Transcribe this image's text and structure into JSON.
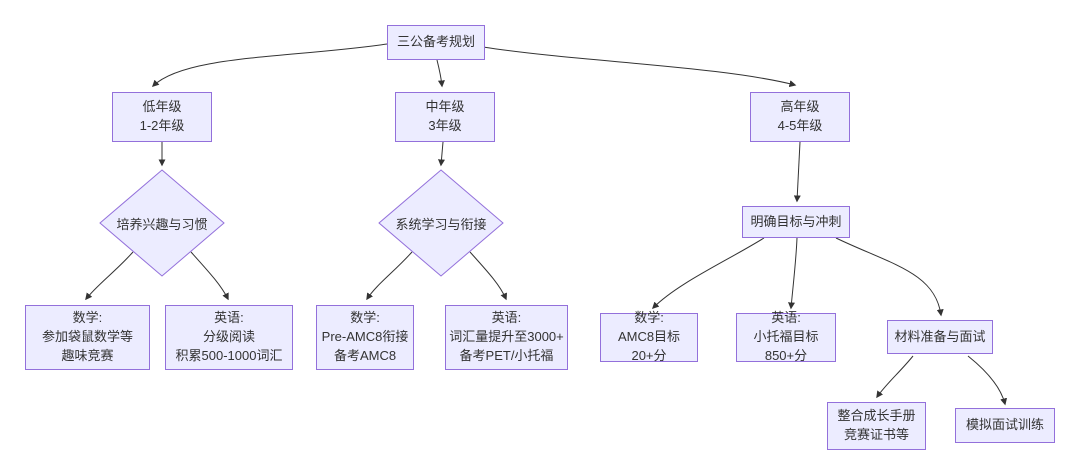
{
  "colors": {
    "node_fill": "#ECECFF",
    "node_border": "#9370DB",
    "edge_line": "#333333",
    "text": "#333333",
    "background": "#ffffff"
  },
  "flowchart": {
    "root": {
      "label": "三公备考规划"
    },
    "branches": [
      {
        "stage": {
          "label": "低年级\n1-2年级"
        },
        "phase": {
          "label": "培养兴趣与习惯",
          "shape": "diamond"
        },
        "actions": [
          {
            "label": "数学:\n参加袋鼠数学等\n趣味竞赛"
          },
          {
            "label": "英语:\n分级阅读\n积累500-1000词汇"
          }
        ]
      },
      {
        "stage": {
          "label": "中年级\n3年级"
        },
        "phase": {
          "label": "系统学习与衔接",
          "shape": "diamond"
        },
        "actions": [
          {
            "label": "数学:\nPre-AMC8衔接\n备考AMC8"
          },
          {
            "label": "英语:\n词汇量提升至3000+\n备考PET/小托福"
          }
        ]
      },
      {
        "stage": {
          "label": "高年级\n4-5年级"
        },
        "phase": {
          "label": "明确目标与冲刺",
          "shape": "rect"
        },
        "actions": [
          {
            "label": "数学:\nAMC8目标20+分"
          },
          {
            "label": "英语:\n小托福目标850+分"
          },
          {
            "label": "材料准备与面试",
            "children": [
              {
                "label": "整合成长手册\n竞赛证书等"
              },
              {
                "label": "模拟面试训练"
              }
            ]
          }
        ]
      }
    ]
  }
}
